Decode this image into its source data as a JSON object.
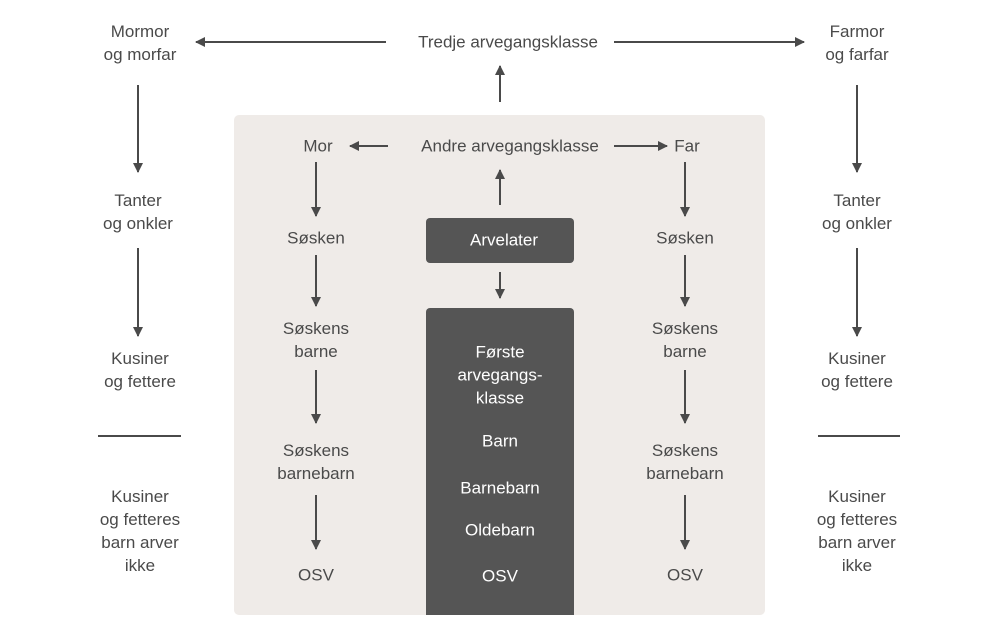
{
  "colors": {
    "text": "#4a4a4a",
    "panel": "#efebe8",
    "dark_box": "#555555",
    "arrow": "#4a4a4a"
  },
  "third_class": {
    "title": "Tredje arvegangsklasse",
    "left": [
      "Mormor",
      "og morfar"
    ],
    "right": [
      "Farmor",
      "og farfar"
    ],
    "uncles_left": [
      "Tanter",
      "og onkler"
    ],
    "uncles_right": [
      "Tanter",
      "og onkler"
    ],
    "cousins_left": [
      "Kusiner",
      "og fettere"
    ],
    "cousins_right": [
      "Kusiner",
      "og fettere"
    ],
    "excluded_left": [
      "Kusiner",
      "og fetteres",
      "barn arver",
      "ikke"
    ],
    "excluded_right": [
      "Kusiner",
      "og fetteres",
      "barn arver",
      "ikke"
    ]
  },
  "second_class": {
    "title": "Andre arvegangsklasse",
    "mother": "Mor",
    "father": "Far",
    "mother_chain": [
      "Søsken",
      "Søskens barne",
      "Søskens barnebarn",
      "OSV"
    ],
    "father_chain": [
      "Søsken",
      "Søskens barne",
      "Søskens barnebarn",
      "OSV"
    ]
  },
  "deceased": "Arvelater",
  "first_class": {
    "title": [
      "Første",
      "arvegangs-",
      "klasse"
    ],
    "items": [
      "Barn",
      "Barnebarn",
      "Oldebarn",
      "OSV"
    ]
  }
}
